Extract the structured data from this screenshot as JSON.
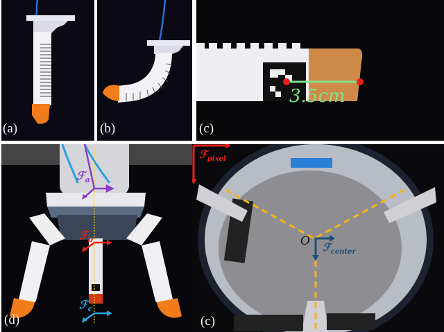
{
  "figure": {
    "panels": [
      {
        "id": "a",
        "label": "(a)",
        "content": "Straight soft finger with orange tip and blue tube"
      },
      {
        "id": "b",
        "label": "(b)",
        "content": "Bent soft finger"
      },
      {
        "id": "c_top",
        "label": "(c)",
        "content": "Finger tip close-up with fiducial marker",
        "measurement": "3.5cm"
      },
      {
        "id": "d",
        "label": "(d)",
        "content": "Three-finger gripper with frames",
        "frames": [
          {
            "symbol": "ℱ",
            "subscript": "a",
            "color": "#8a3fc0"
          },
          {
            "symbol": "ℱ",
            "subscript": "b",
            "color": "#e8201c"
          },
          {
            "symbol": "ℱ",
            "subscript": "c",
            "color": "#2aa7e0"
          }
        ]
      },
      {
        "id": "c_bottom",
        "label": "(c)",
        "content": "Fisheye camera view from gripper center",
        "origin_label": "O",
        "frames": [
          {
            "symbol": "ℱ",
            "subscript": "pixel",
            "color": "#e8201c"
          },
          {
            "symbol": "ℱ",
            "subscript": "center",
            "color": "#1f4f77"
          }
        ]
      }
    ],
    "colors": {
      "measure_line": "#86e08a",
      "measure_dots": "#e8201c",
      "dashed_lines": "#f4b21a",
      "finger_tip": "#f07c1c",
      "tube": "#2a7fd6"
    }
  }
}
